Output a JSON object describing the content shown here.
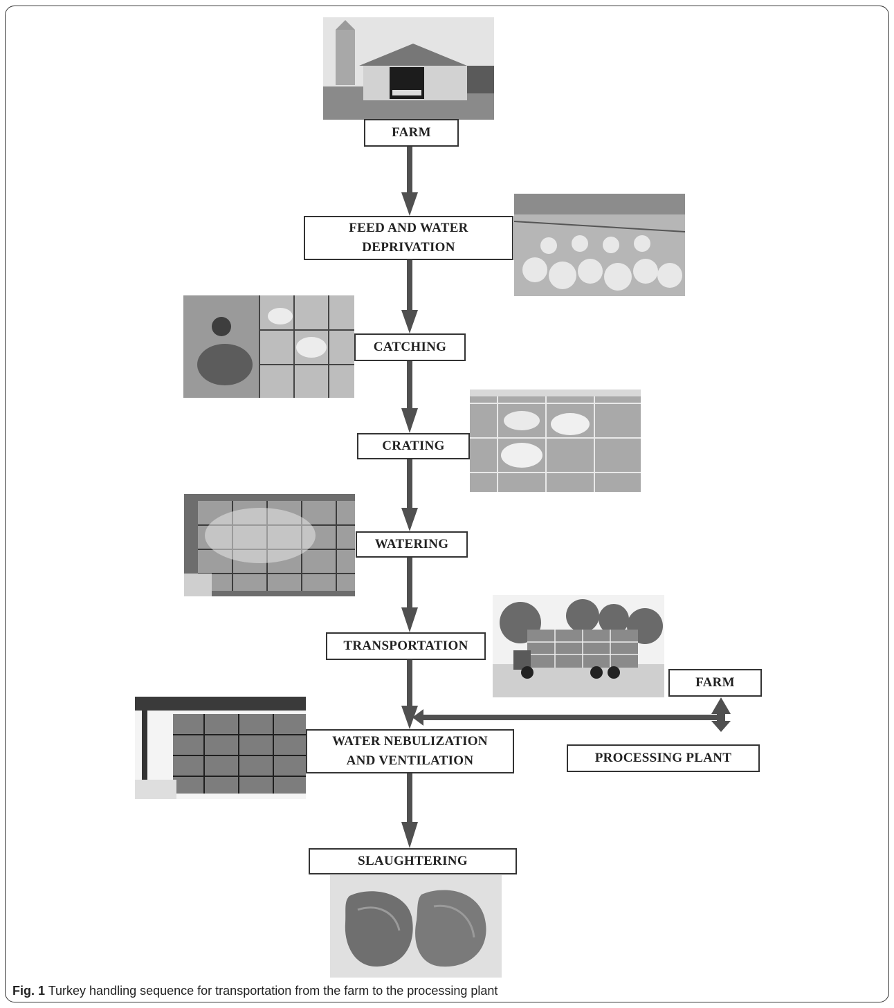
{
  "steps": {
    "farm": "FARM",
    "deprivation_line1": "FEED AND WATER",
    "deprivation_line2": "DEPRIVATION",
    "catching": "CATCHING",
    "crating": "CRATING",
    "watering": "WATERING",
    "transportation": "TRANSPORTATION",
    "nebulization_line1": "WATER NEBULIZATION",
    "nebulization_line2": "AND VENTILATION",
    "slaughtering": "SLAUGHTERING"
  },
  "side": {
    "farm": "FARM",
    "processing_plant": "PROCESSING PLANT"
  },
  "caption": {
    "label": "Fig. 1",
    "text": " Turkey handling sequence for transportation from the farm to the processing plant"
  },
  "colors": {
    "arrow": "#505050",
    "border": "#333333"
  }
}
